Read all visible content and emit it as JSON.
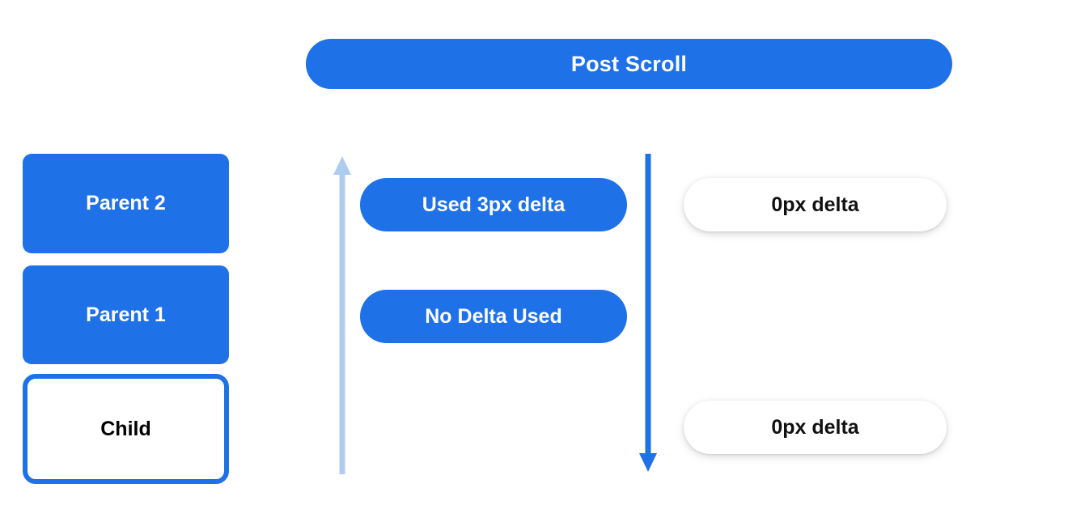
{
  "header": {
    "title": "Post Scroll"
  },
  "colors": {
    "accent_blue": "#1F71E8",
    "light_blue": "#AECBF0",
    "background": "#FFFFFF",
    "text_dark": "#111111",
    "text_light": "#FFFFFF"
  },
  "left_column": {
    "nodes": [
      {
        "label": "Parent 2",
        "style": "filled"
      },
      {
        "label": "Parent 1",
        "style": "filled"
      },
      {
        "label": "Child",
        "style": "outlined"
      }
    ]
  },
  "arrows": [
    {
      "name": "scroll-chain-up-arrow",
      "direction": "up",
      "color": "#AECBF0"
    },
    {
      "name": "scroll-chain-down-arrow",
      "direction": "down",
      "color": "#1F71E8"
    }
  ],
  "middle_column": {
    "pills": [
      {
        "label": "Used 3px delta",
        "style": "blue"
      },
      {
        "label": "No Delta Used",
        "style": "blue"
      }
    ]
  },
  "right_column": {
    "pills": [
      {
        "label": "0px delta",
        "style": "white"
      },
      {
        "label": "0px delta",
        "style": "white"
      }
    ]
  }
}
